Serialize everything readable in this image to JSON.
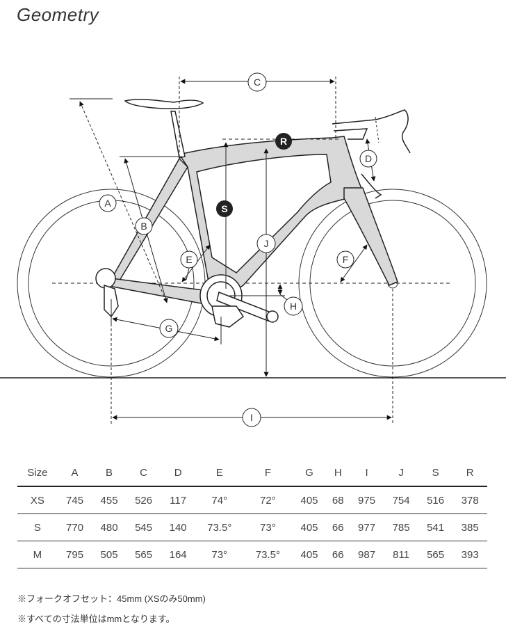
{
  "title": "Geometry",
  "diagram": {
    "labels": {
      "A": "A",
      "B": "B",
      "C": "C",
      "D": "D",
      "E": "E",
      "F": "F",
      "G": "G",
      "H": "H",
      "I": "I",
      "J": "J",
      "S": "S",
      "R": "R"
    }
  },
  "table": {
    "headers": [
      "Size",
      "A",
      "B",
      "C",
      "D",
      "E",
      "F",
      "G",
      "H",
      "I",
      "J",
      "S",
      "R"
    ],
    "rows": [
      [
        "XS",
        "745",
        "455",
        "526",
        "117",
        "74°",
        "72°",
        "405",
        "68",
        "975",
        "754",
        "516",
        "378"
      ],
      [
        "S",
        "770",
        "480",
        "545",
        "140",
        "73.5°",
        "73°",
        "405",
        "66",
        "977",
        "785",
        "541",
        "385"
      ],
      [
        "M",
        "795",
        "505",
        "565",
        "164",
        "73°",
        "73.5°",
        "405",
        "66",
        "987",
        "811",
        "565",
        "393"
      ]
    ]
  },
  "notes": [
    "※フォークオフセット：45mm (XSのみ50mm)",
    "※すべての寸法単位はmmとなります。"
  ]
}
